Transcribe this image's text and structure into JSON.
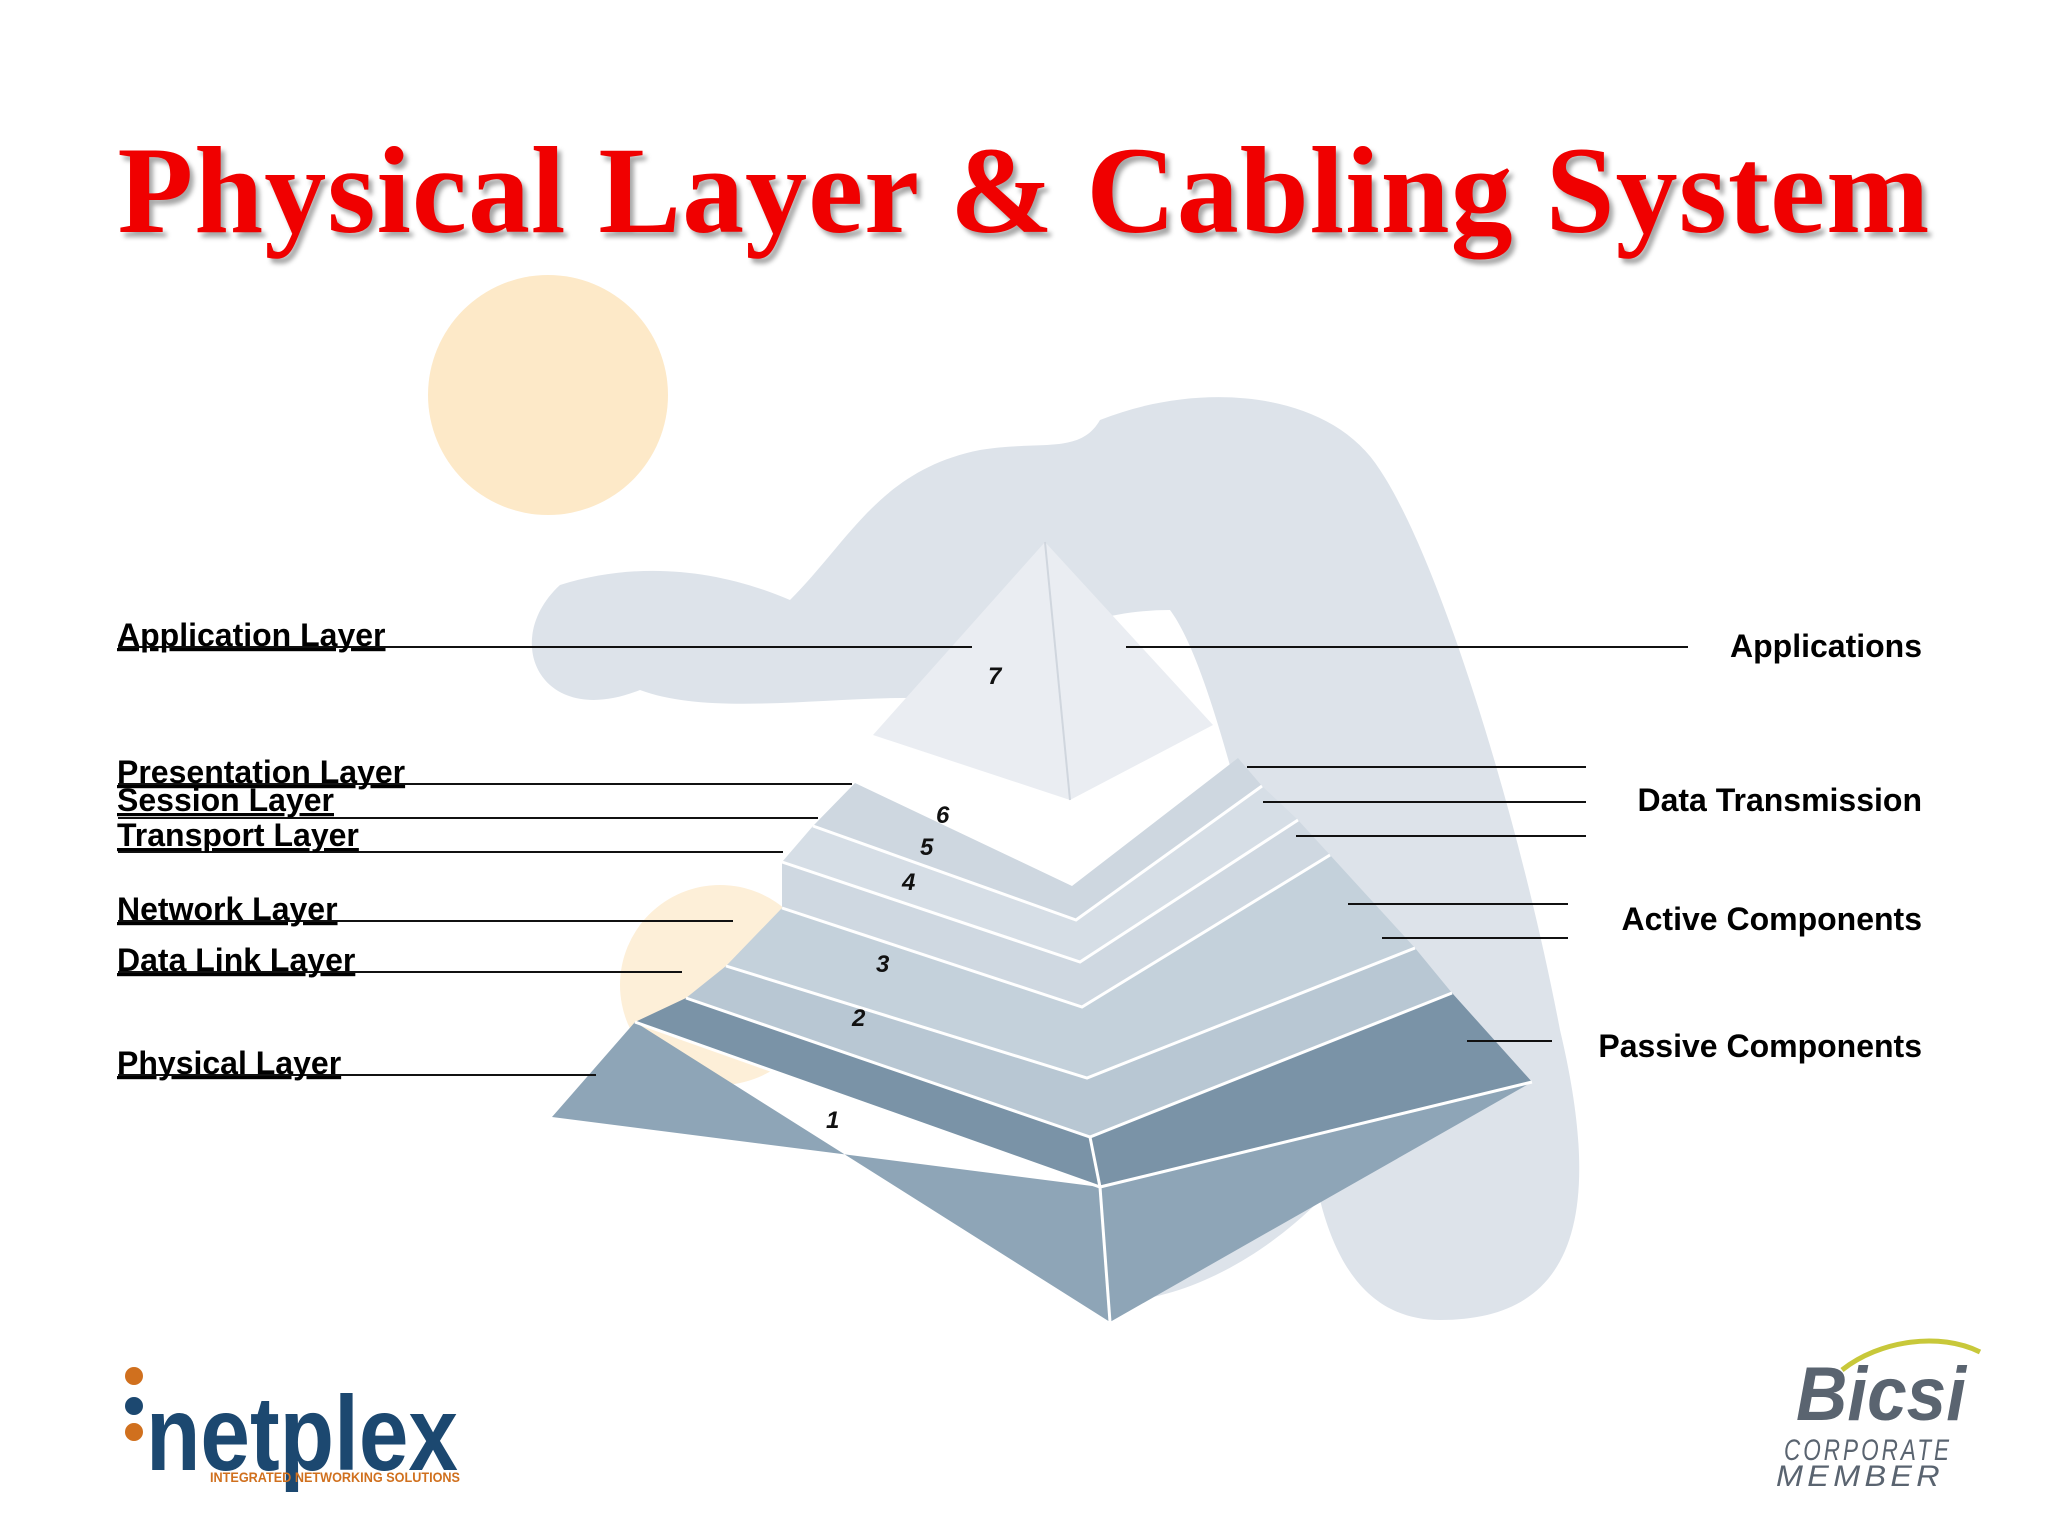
{
  "title": "Physical Layer & Cabling System",
  "layers": [
    {
      "number": "7",
      "name": "Application Layer"
    },
    {
      "number": "6",
      "name": "Presentation Layer"
    },
    {
      "number": "5",
      "name": "Session Layer"
    },
    {
      "number": "4",
      "name": "Transport Layer"
    },
    {
      "number": "3",
      "name": "Network Layer"
    },
    {
      "number": "2",
      "name": "Data Link Layer"
    },
    {
      "number": "1",
      "name": "Physical Layer"
    }
  ],
  "categories": [
    "Applications",
    "Data Transmission",
    "Active Components",
    "Passive Components"
  ],
  "logos": {
    "netplex": {
      "name": "netplex",
      "tagline": "INTEGRATED NETWORKING SOLUTIONS"
    },
    "bicsi": {
      "name": "Bicsi",
      "line1": "CORPORATE",
      "line2": "MEMBER"
    }
  },
  "colors": {
    "title": "#f00000",
    "pyramid_top": "#e9ecf1",
    "pyramid_base": "#8ea5b7",
    "background_shape": "#d6dde5",
    "circle": "#fde9c8"
  }
}
